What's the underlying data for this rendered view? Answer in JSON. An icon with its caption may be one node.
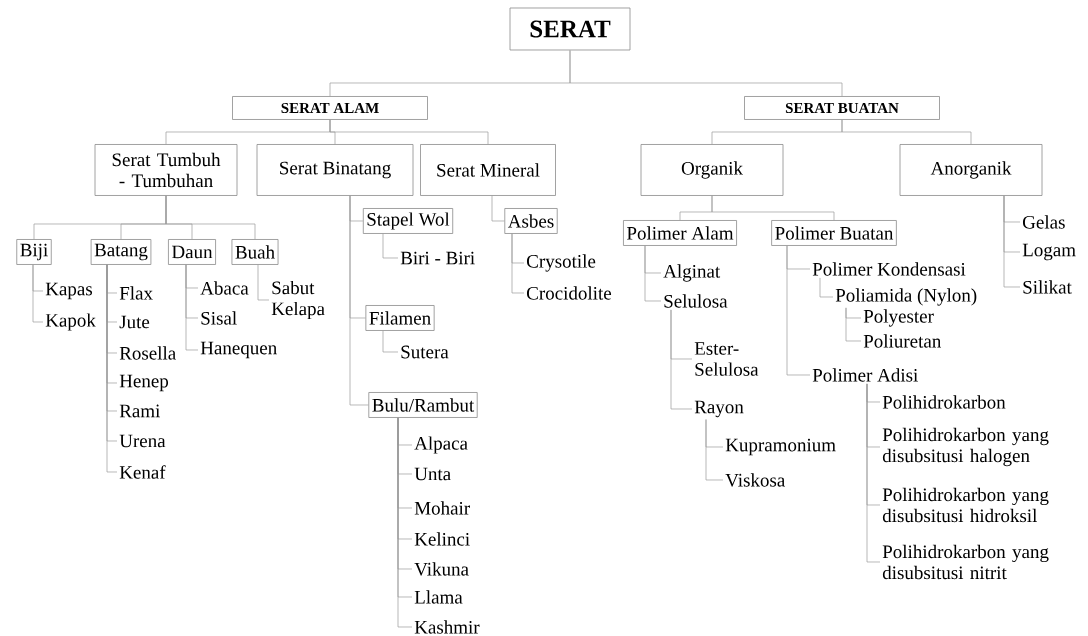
{
  "diagram": {
    "nodes": [
      {
        "text": [
          "SERAT"
        ]
      },
      {
        "text": [
          "SERAT ALAM"
        ]
      },
      {
        "text": [
          "SERAT BUATAN"
        ]
      },
      {
        "text": [
          "Serat Tumbuh - Tumbuhan"
        ]
      },
      {
        "text": [
          "Serat Binatang"
        ]
      },
      {
        "text": [
          "Serat Mineral"
        ]
      },
      {
        "text": [
          "Organik"
        ]
      },
      {
        "text": [
          "Anorganik"
        ]
      },
      {
        "text": [
          "Biji"
        ]
      },
      {
        "text": [
          "Batang"
        ]
      },
      {
        "text": [
          "Daun"
        ]
      },
      {
        "text": [
          "Buah"
        ]
      },
      {
        "text": [
          "Kapas"
        ]
      },
      {
        "text": [
          "Kapok"
        ]
      },
      {
        "text": [
          "Flax"
        ]
      },
      {
        "text": [
          "Jute"
        ]
      },
      {
        "text": [
          "Rosella"
        ]
      },
      {
        "text": [
          "Henep"
        ]
      },
      {
        "text": [
          "Rami"
        ]
      },
      {
        "text": [
          "Urena"
        ]
      },
      {
        "text": [
          "Kenaf"
        ]
      },
      {
        "text": [
          "Abaca"
        ]
      },
      {
        "text": [
          "Sisal"
        ]
      },
      {
        "text": [
          "Hanequen"
        ]
      },
      {
        "text": [
          "Sabut Kelapa"
        ]
      },
      {
        "text": [
          "Stapel Wol"
        ]
      },
      {
        "text": [
          "Biri - Biri"
        ]
      },
      {
        "text": [
          "Filamen"
        ]
      },
      {
        "text": [
          "Sutera"
        ]
      },
      {
        "text": [
          "Bulu/Rambut"
        ]
      },
      {
        "text": [
          "Alpaca"
        ]
      },
      {
        "text": [
          "Unta"
        ]
      },
      {
        "text": [
          "Mohair"
        ]
      },
      {
        "text": [
          "Kelinci"
        ]
      },
      {
        "text": [
          "Vikuna"
        ]
      },
      {
        "text": [
          "Llama"
        ]
      },
      {
        "text": [
          "Kashmir"
        ]
      },
      {
        "text": [
          "Asbes"
        ]
      },
      {
        "text": [
          "Crysotile"
        ]
      },
      {
        "text": [
          "Crocidolite"
        ]
      },
      {
        "text": [
          "Polimer Alam"
        ]
      },
      {
        "text": [
          "Polimer Buatan"
        ]
      },
      {
        "text": [
          "Alginat"
        ]
      },
      {
        "text": [
          "Selulosa"
        ]
      },
      {
        "text": [
          "Ester- Selulosa"
        ]
      },
      {
        "text": [
          "Rayon"
        ]
      },
      {
        "text": [
          "Kupramonium"
        ]
      },
      {
        "text": [
          "Viskosa"
        ]
      },
      {
        "text": [
          "Polimer Kondensasi"
        ]
      },
      {
        "text": [
          "Poliamida (Nylon)"
        ]
      },
      {
        "text": [
          "Polyester"
        ]
      },
      {
        "text": [
          "Poliuretan"
        ]
      },
      {
        "text": [
          "Polimer Adisi"
        ]
      },
      {
        "text": [
          "Polihidrokarbon"
        ]
      },
      {
        "text": [
          "Polihidrokarbon yang disubsitusi halogen"
        ]
      },
      {
        "text": [
          "Polihidrokarbon yang disubsitusi hidroksil"
        ]
      },
      {
        "text": [
          "Polihidrokarbon yang disubsitusi nitrit"
        ]
      },
      {
        "text": [
          "Gelas"
        ]
      },
      {
        "text": [
          "Logam"
        ]
      },
      {
        "text": [
          "Silikat"
        ]
      }
    ],
    "edges": [
      {
        "from": 0,
        "to": 1,
        "arrow": "none"
      },
      {
        "from": 0,
        "to": 2,
        "arrow": "none"
      },
      {
        "from": 1,
        "to": 3,
        "arrow": "none"
      },
      {
        "from": 1,
        "to": 4,
        "arrow": "none"
      },
      {
        "from": 1,
        "to": 5,
        "arrow": "none"
      },
      {
        "from": 2,
        "to": 6,
        "arrow": "none"
      },
      {
        "from": 2,
        "to": 7,
        "arrow": "none"
      },
      {
        "from": 3,
        "to": 8,
        "arrow": "none"
      },
      {
        "from": 3,
        "to": 9,
        "arrow": "none"
      },
      {
        "from": 3,
        "to": 10,
        "arrow": "none"
      },
      {
        "from": 3,
        "to": 11,
        "arrow": "none"
      },
      {
        "from": 8,
        "to": 12,
        "arrow": "none"
      },
      {
        "from": 8,
        "to": 13,
        "arrow": "none"
      },
      {
        "from": 9,
        "to": 14,
        "arrow": "none"
      },
      {
        "from": 9,
        "to": 15,
        "arrow": "none"
      },
      {
        "from": 9,
        "to": 16,
        "arrow": "none"
      },
      {
        "from": 9,
        "to": 17,
        "arrow": "none"
      },
      {
        "from": 9,
        "to": 18,
        "arrow": "none"
      },
      {
        "from": 9,
        "to": 19,
        "arrow": "none"
      },
      {
        "from": 9,
        "to": 20,
        "arrow": "none"
      },
      {
        "from": 10,
        "to": 21,
        "arrow": "none"
      },
      {
        "from": 10,
        "to": 22,
        "arrow": "none"
      },
      {
        "from": 10,
        "to": 23,
        "arrow": "none"
      },
      {
        "from": 11,
        "to": 24,
        "arrow": "none"
      },
      {
        "from": 4,
        "to": 25,
        "arrow": "none"
      },
      {
        "from": 25,
        "to": 26,
        "arrow": "none"
      },
      {
        "from": 4,
        "to": 27,
        "arrow": "none"
      },
      {
        "from": 27,
        "to": 28,
        "arrow": "none"
      },
      {
        "from": 4,
        "to": 29,
        "arrow": "none"
      },
      {
        "from": 29,
        "to": 30,
        "arrow": "none"
      },
      {
        "from": 29,
        "to": 31,
        "arrow": "none"
      },
      {
        "from": 29,
        "to": 32,
        "arrow": "none"
      },
      {
        "from": 29,
        "to": 33,
        "arrow": "none"
      },
      {
        "from": 29,
        "to": 34,
        "arrow": "none"
      },
      {
        "from": 29,
        "to": 35,
        "arrow": "none"
      },
      {
        "from": 29,
        "to": 36,
        "arrow": "none"
      },
      {
        "from": 5,
        "to": 37,
        "arrow": "none"
      },
      {
        "from": 37,
        "to": 38,
        "arrow": "none"
      },
      {
        "from": 37,
        "to": 39,
        "arrow": "none"
      },
      {
        "from": 6,
        "to": 40,
        "arrow": "none"
      },
      {
        "from": 6,
        "to": 41,
        "arrow": "none"
      },
      {
        "from": 40,
        "to": 42,
        "arrow": "none"
      },
      {
        "from": 40,
        "to": 43,
        "arrow": "none"
      },
      {
        "from": 43,
        "to": 44,
        "arrow": "none"
      },
      {
        "from": 43,
        "to": 45,
        "arrow": "none"
      },
      {
        "from": 45,
        "to": 46,
        "arrow": "none"
      },
      {
        "from": 45,
        "to": 47,
        "arrow": "none"
      },
      {
        "from": 41,
        "to": 48,
        "arrow": "none"
      },
      {
        "from": 48,
        "to": 49,
        "arrow": "none"
      },
      {
        "from": 49,
        "to": 50,
        "arrow": "none"
      },
      {
        "from": 49,
        "to": 51,
        "arrow": "none"
      },
      {
        "from": 41,
        "to": 52,
        "arrow": "none"
      },
      {
        "from": 52,
        "to": 53,
        "arrow": "none"
      },
      {
        "from": 52,
        "to": 54,
        "arrow": "none"
      },
      {
        "from": 52,
        "to": 55,
        "arrow": "none"
      },
      {
        "from": 52,
        "to": 56,
        "arrow": "none"
      },
      {
        "from": 7,
        "to": 57,
        "arrow": "none"
      },
      {
        "from": 7,
        "to": 58,
        "arrow": "none"
      },
      {
        "from": 7,
        "to": 59,
        "arrow": "none"
      }
    ]
  }
}
